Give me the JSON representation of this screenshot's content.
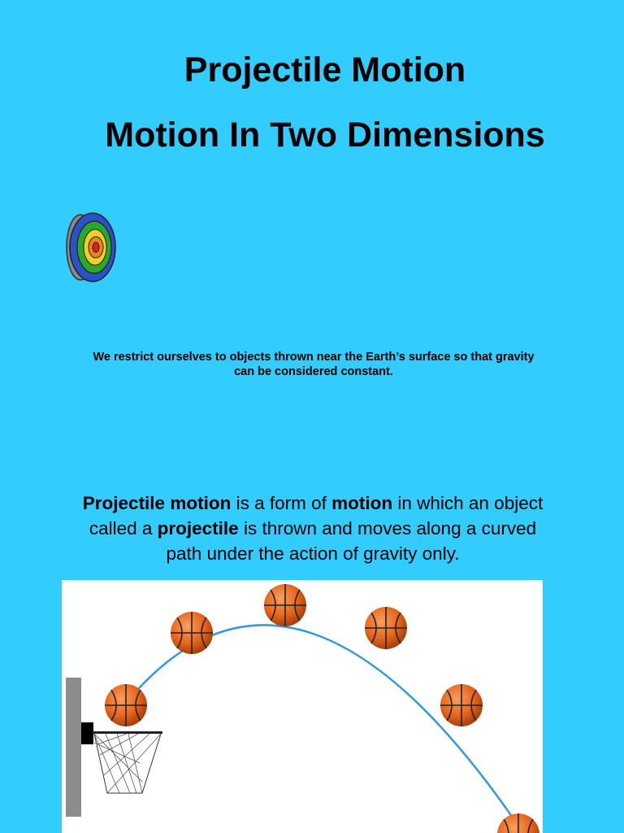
{
  "slide": {
    "title_line1": "Projectile Motion",
    "title_line2": "Motion In Two Dimensions",
    "note_line1": "We restrict ourselves to objects thrown  near the Earth’s surface so that gravity",
    "note_line2": "can be considered constant.",
    "definition": {
      "t1": "Projectile",
      "t2": "motion",
      "t3": " is a form of ",
      "t4": "motion",
      "t5": " in which an object",
      "t6": "called a ",
      "t7": "projectile",
      "t8": " is thrown and moves along a curved",
      "t9": "path under the action of gravity only."
    }
  },
  "colors": {
    "background": "#33ccff",
    "trajectory": "#3399dd",
    "ball": "#e8661c",
    "target_rings": [
      "#2a52c8",
      "#2aa82a",
      "#f0d020",
      "#f08020",
      "#e02020"
    ]
  },
  "icons": {
    "target": "archery-target-icon",
    "ball": "basketball-icon",
    "hoop": "basketball-hoop-icon"
  }
}
